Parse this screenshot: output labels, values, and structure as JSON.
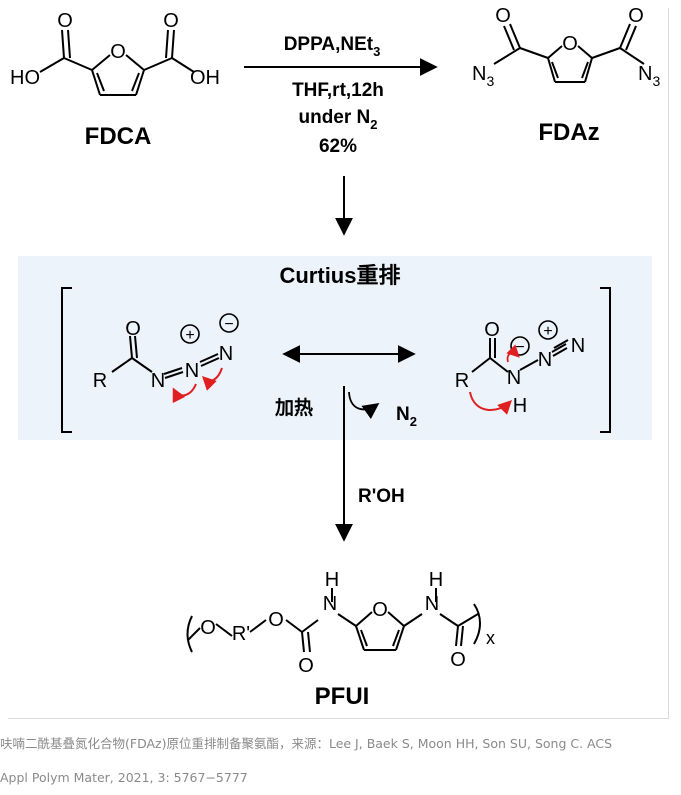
{
  "reaction_top": {
    "reactant_name": "FDCA",
    "product_name": "FDAz",
    "reagents": "DPPA,NEt",
    "reagents_sub": "3",
    "conditions": "THF,rt,12h",
    "atmosphere": "under N",
    "atmosphere_sub": "2",
    "yield": "62%"
  },
  "curtius_panel": {
    "title": "Curtius重排",
    "heat_label": "加热",
    "n2_label": "N",
    "n2_sub": "2",
    "panel_color": "#ecf3fa",
    "arrow_color": "#e02020"
  },
  "step_bottom": {
    "reagent": "R'OH",
    "product_name": "PFUI",
    "repeat_subscript": "x"
  },
  "atom_labels": {
    "hydroxyl": "OH",
    "hydroxyl_left": "HO",
    "oxygen": "O",
    "azide_n": "N",
    "azide_sub": "3",
    "nitrogen": "N",
    "hydrogen": "H",
    "r_group": "R",
    "r_prime": "R'",
    "plus": "+",
    "minus": "−"
  },
  "caption": {
    "line1": "呋喃二酰基叠氮化合物(FDAz)原位重排制备聚氨酯，来源：Lee J, Baek S, Moon HH, Son SU, Song C. ACS",
    "line2": "Appl Polym Mater, 2021, 3: 5767−5777"
  }
}
